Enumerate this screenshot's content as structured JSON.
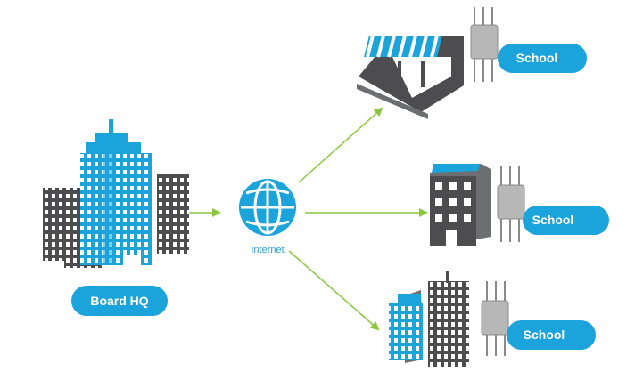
{
  "colors": {
    "accent": "#1ba3db",
    "arrow": "#8cc63f",
    "building_dark": "#4d4d4f",
    "building_mid": "#6d6e71",
    "window": "#ffffff"
  },
  "hq": {
    "label": "Board HQ",
    "icon": "office-towers-icon"
  },
  "internet": {
    "label": "Internet",
    "icon": "globe-icon"
  },
  "sites": [
    {
      "label": "School",
      "building_icon": "storefront-icon",
      "ap_icon": "wireless-access-point-icon"
    },
    {
      "label": "School",
      "building_icon": "apartment-building-icon",
      "ap_icon": "wireless-access-point-icon"
    },
    {
      "label": "School",
      "building_icon": "campus-buildings-icon",
      "ap_icon": "wireless-access-point-icon"
    }
  ]
}
